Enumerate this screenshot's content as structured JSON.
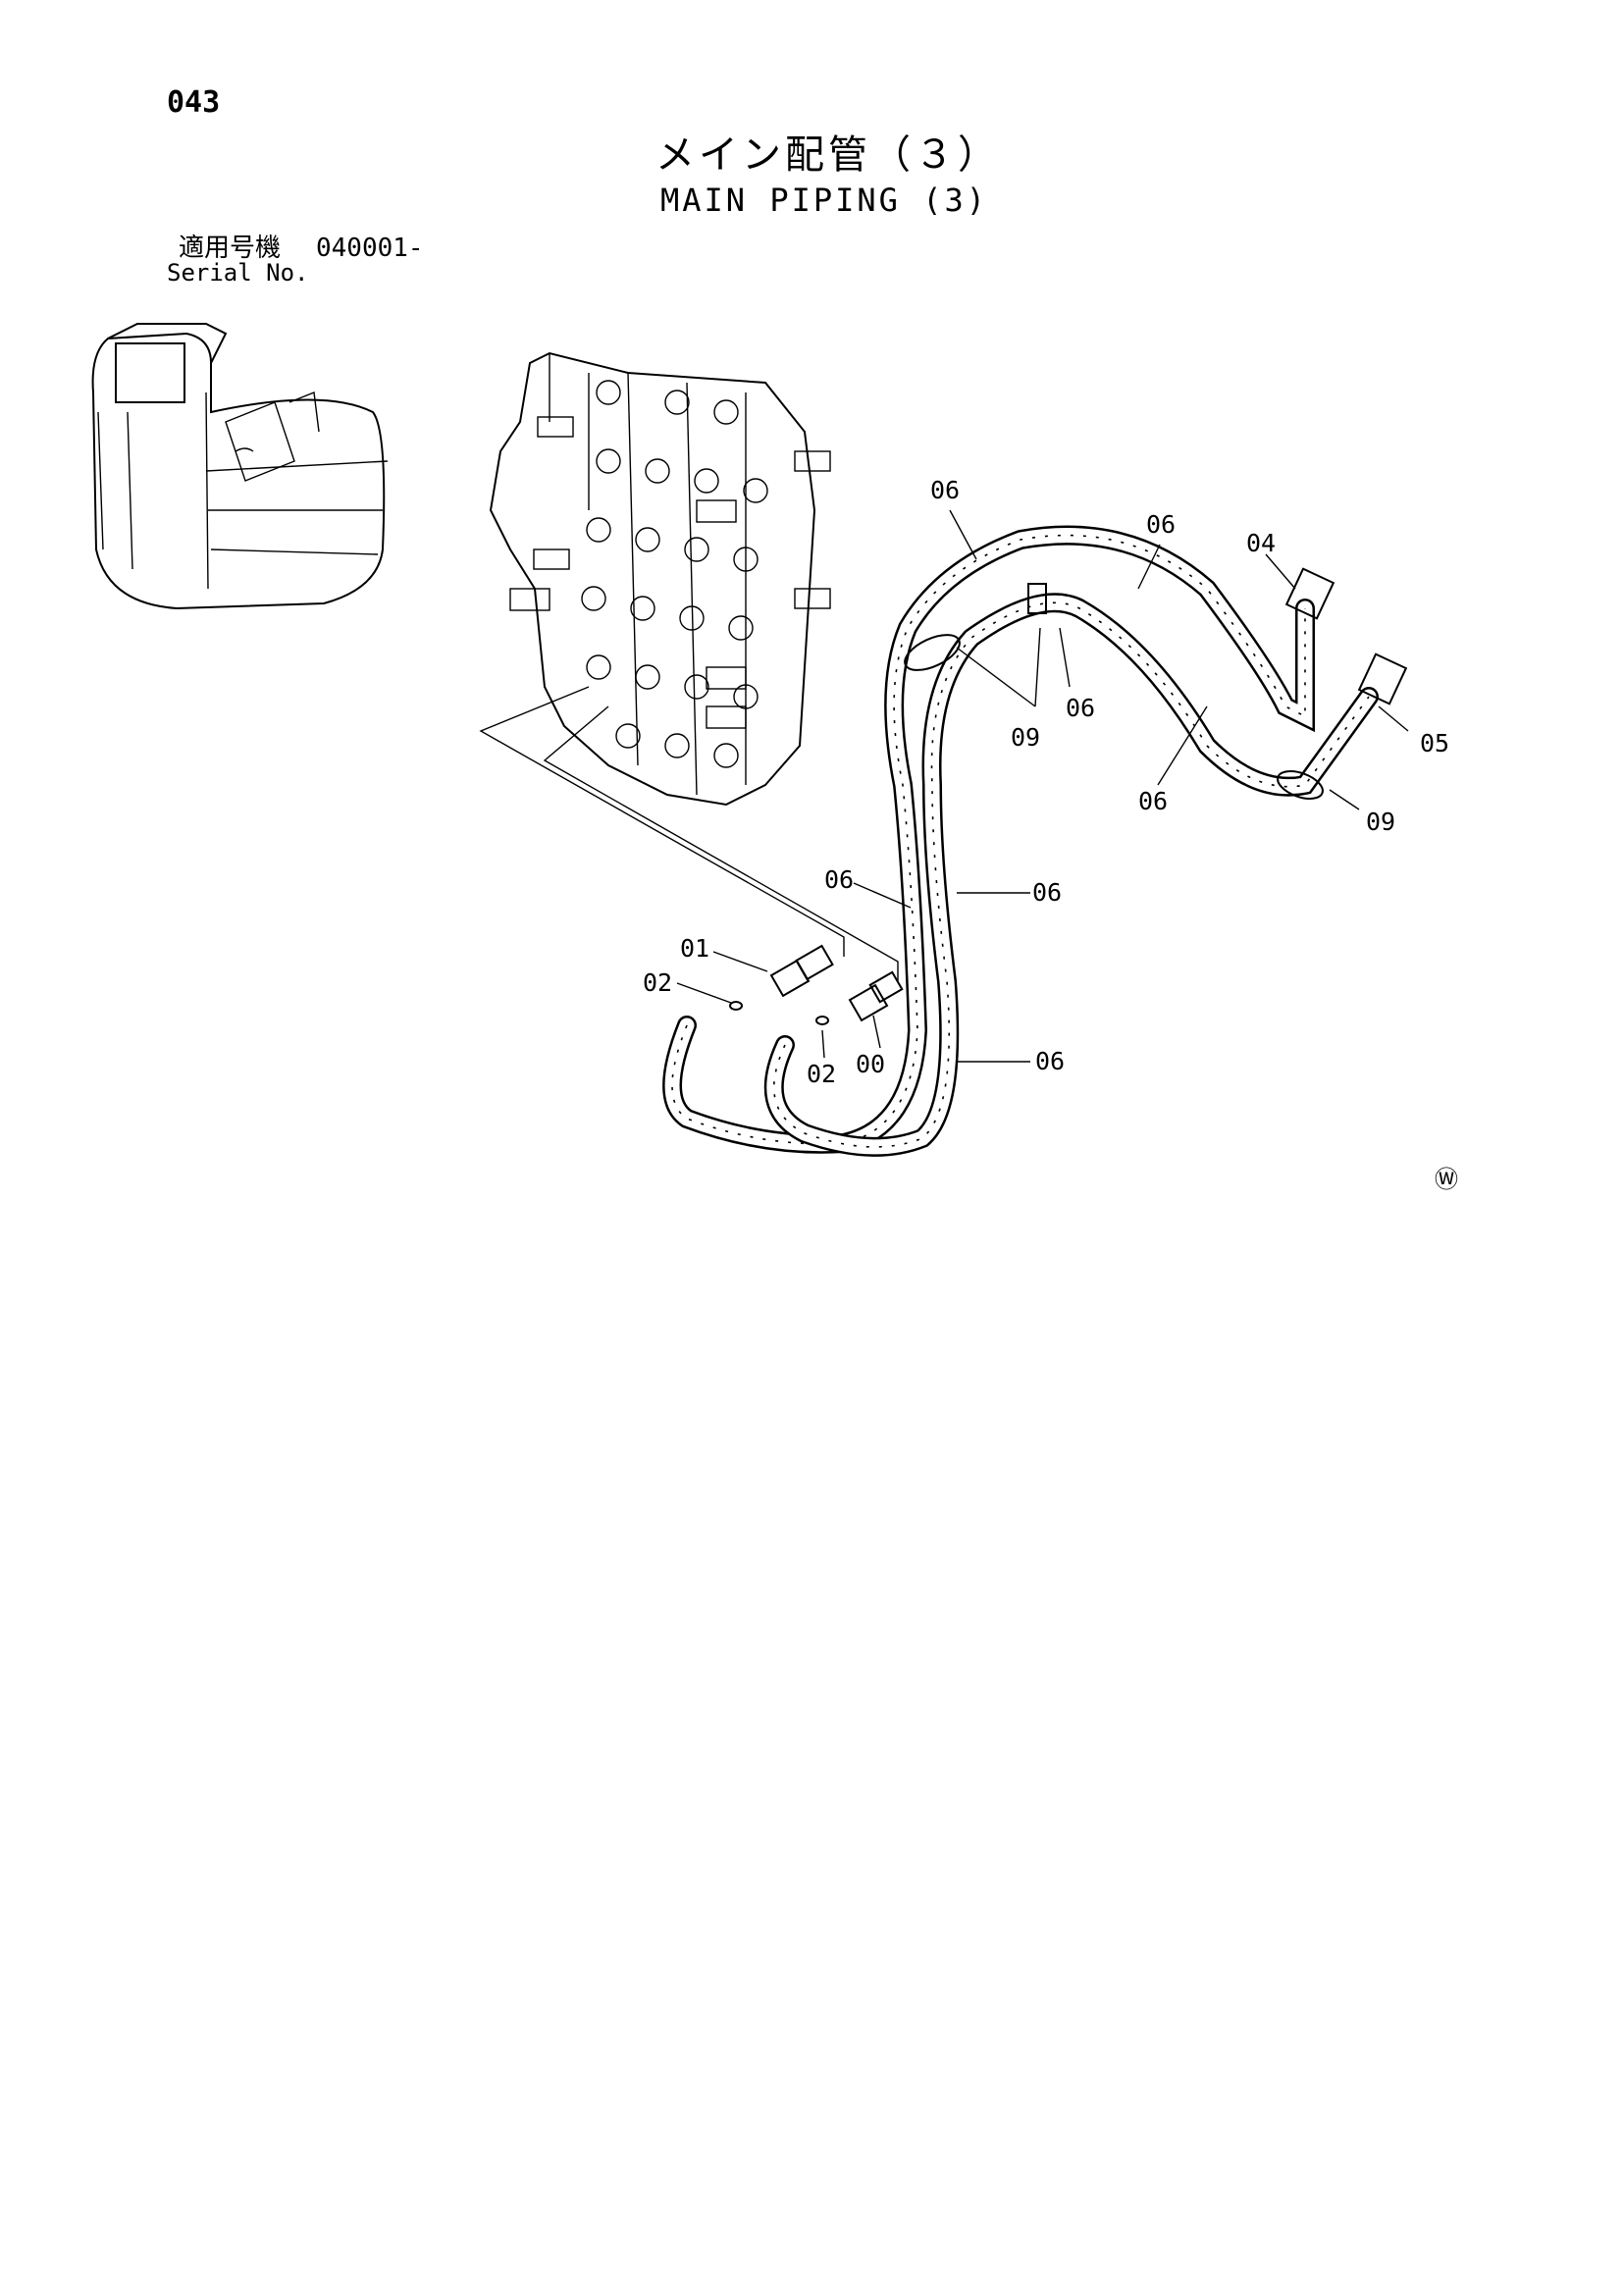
{
  "page": {
    "number": "043",
    "title_ja": "メイン配管（３）",
    "title_en": "MAIN PIPING (3)",
    "serial_label_ja": "適用号機",
    "serial_number": "040001-",
    "serial_label_en": "Serial No."
  },
  "diagram": {
    "callouts": {
      "c06a": "06",
      "c06b": "06",
      "c04": "04",
      "c06c": "06",
      "c09a": "09",
      "c05": "05",
      "c06d": "06",
      "c09b": "09",
      "c06e": "06",
      "c06f": "06",
      "c01": "01",
      "c02a": "02",
      "c02b": "02",
      "c00": "00",
      "c06g": "06"
    },
    "mark": "Ⓦ"
  }
}
